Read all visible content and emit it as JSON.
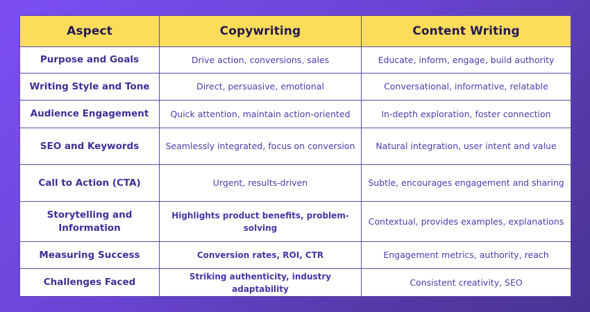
{
  "table": {
    "headers": [
      "Aspect",
      "Copywriting",
      "Content Writing"
    ],
    "rows": [
      {
        "aspect": "Purpose and Goals",
        "copywriting": "Drive action, conversions, sales",
        "content_writing": "Educate, inform, engage, build authority"
      },
      {
        "aspect": "Writing Style and Tone",
        "copywriting": "Direct, persuasive, emotional",
        "content_writing": "Conversational, informative, relatable"
      },
      {
        "aspect": "Audience Engagement",
        "copywriting": "Quick attention, maintain action-oriented",
        "content_writing": "In-depth exploration, foster connection"
      },
      {
        "aspect": "SEO and Keywords",
        "copywriting": "Seamlessly integrated, focus on conversion",
        "content_writing": "Natural integration, user intent and value"
      },
      {
        "aspect": "Call to Action (CTA)",
        "copywriting": "Urgent, results-driven",
        "content_writing": "Subtle, encourages engagement and sharing"
      },
      {
        "aspect": "Storytelling and Information",
        "copywriting": "Highlights product benefits, problem-solving",
        "content_writing": "Contextual, provides examples, explanations"
      },
      {
        "aspect": "Measuring Success",
        "copywriting": "Conversion rates, ROI, CTR",
        "content_writing": "Engagement metrics, authority, reach"
      },
      {
        "aspect": "Challenges Faced",
        "copywriting": "Striking authenticity, industry adaptability",
        "content_writing": "Consistent creativity, SEO"
      }
    ]
  },
  "colors": {
    "header_bg": "#fddc5c",
    "header_text": "#231a4f",
    "body_text": "#4a3bb0",
    "border": "#5b4aa3",
    "background_start": "#7c4ef3",
    "background_end": "#483494"
  }
}
